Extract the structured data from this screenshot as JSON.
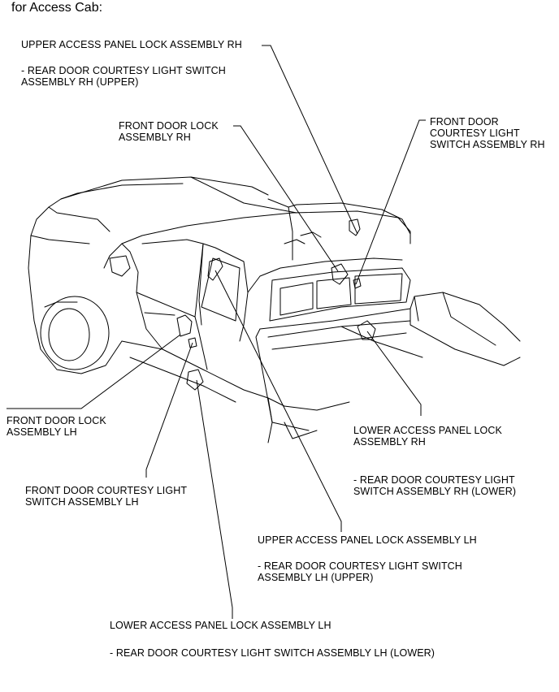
{
  "header": "for Access Cab:",
  "labels": {
    "upper_rh": {
      "title": "UPPER ACCESS PANEL LOCK ASSEMBLY RH",
      "note": "- REAR DOOR COURTESY LIGHT SWITCH\nASSEMBLY RH (UPPER)"
    },
    "front_lock_rh": {
      "title": "FRONT DOOR LOCK\nASSEMBLY RH"
    },
    "front_courtesy_rh": {
      "title": "FRONT DOOR\nCOURTESY LIGHT\nSWITCH ASSEMBLY RH"
    },
    "front_lock_lh": {
      "title": "FRONT DOOR LOCK\nASSEMBLY LH"
    },
    "lower_rh": {
      "title": "LOWER ACCESS PANEL LOCK\nASSEMBLY RH",
      "note": "- REAR DOOR COURTESY LIGHT\nSWITCH ASSEMBLY RH (LOWER)"
    },
    "front_courtesy_lh": {
      "title": "FRONT DOOR COURTESY LIGHT\nSWITCH ASSEMBLY LH"
    },
    "upper_lh": {
      "title": "UPPER ACCESS PANEL LOCK ASSEMBLY LH",
      "note": "- REAR DOOR COURTESY LIGHT SWITCH\nASSEMBLY LH (UPPER)"
    },
    "lower_lh": {
      "title": "LOWER ACCESS PANEL LOCK ASSEMBLY LH",
      "note": "- REAR DOOR COURTESY LIGHT SWITCH ASSEMBLY LH (LOWER)"
    }
  },
  "colors": {
    "line": "#000000",
    "background": "#ffffff"
  }
}
